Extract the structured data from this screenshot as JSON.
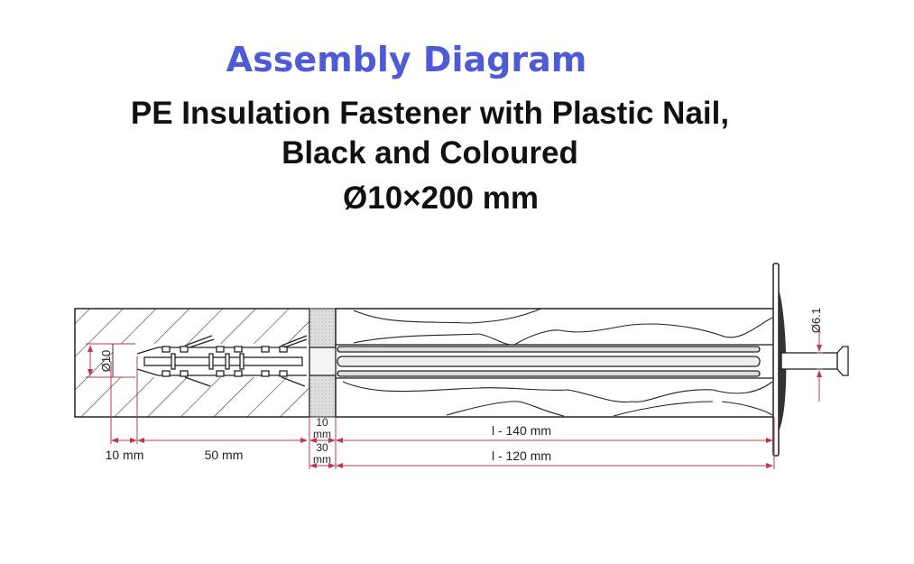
{
  "title": "Assembly Diagram",
  "subtitle_lines": [
    "PE Insulation Fastener with Plastic Nail,",
    "Black and Coloured",
    "Ø10×200 mm"
  ],
  "dimensions": {
    "hole_diameter": "Ø10",
    "nail_diameter": "Ø6.1",
    "tip": "10 mm",
    "anchorage": "50 mm",
    "plaster_min_a": "10",
    "plaster_min_b": "mm",
    "plaster_max_a": "30",
    "plaster_max_b": "mm",
    "insulation_max": "l - 140 mm",
    "insulation_min": "l - 120 mm"
  },
  "colors": {
    "title": "#4f5bd5",
    "dimension": "#c0394b"
  }
}
